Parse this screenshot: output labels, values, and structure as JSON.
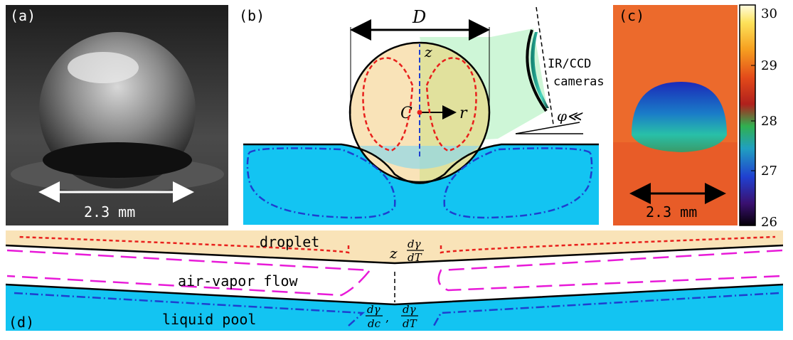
{
  "panels": {
    "a": {
      "label": "(a)",
      "scale": "2.3 mm"
    },
    "b": {
      "label": "(b)",
      "diameter": "D",
      "axis_z": "z",
      "axis_r": "r",
      "center": "C",
      "camera": "IR/CCD",
      "camera2": "cameras",
      "angle": "φ≪"
    },
    "c": {
      "label": "(c)",
      "scale": "2.3 mm",
      "colorbar_ticks": [
        "30",
        "29",
        "28",
        "27",
        "26"
      ]
    },
    "d": {
      "label": "(d)",
      "droplet": "droplet",
      "air": "air-vapor flow",
      "pool": "liquid pool",
      "z": "z",
      "marangoni_top_num": "dγ",
      "marangoni_top_den": "dT",
      "marangoni_c_num": "dγ",
      "marangoni_c_den": "dc",
      "marangoni_t_num": "dγ",
      "marangoni_t_den": "dT",
      "comma": ","
    }
  },
  "colors": {
    "droplet": "#f9e3b8",
    "pool": "#13c4f2",
    "red": "#e8201c",
    "blue": "#1e3fcf",
    "magenta": "#e81ad8",
    "green": "#c6f4d0"
  }
}
